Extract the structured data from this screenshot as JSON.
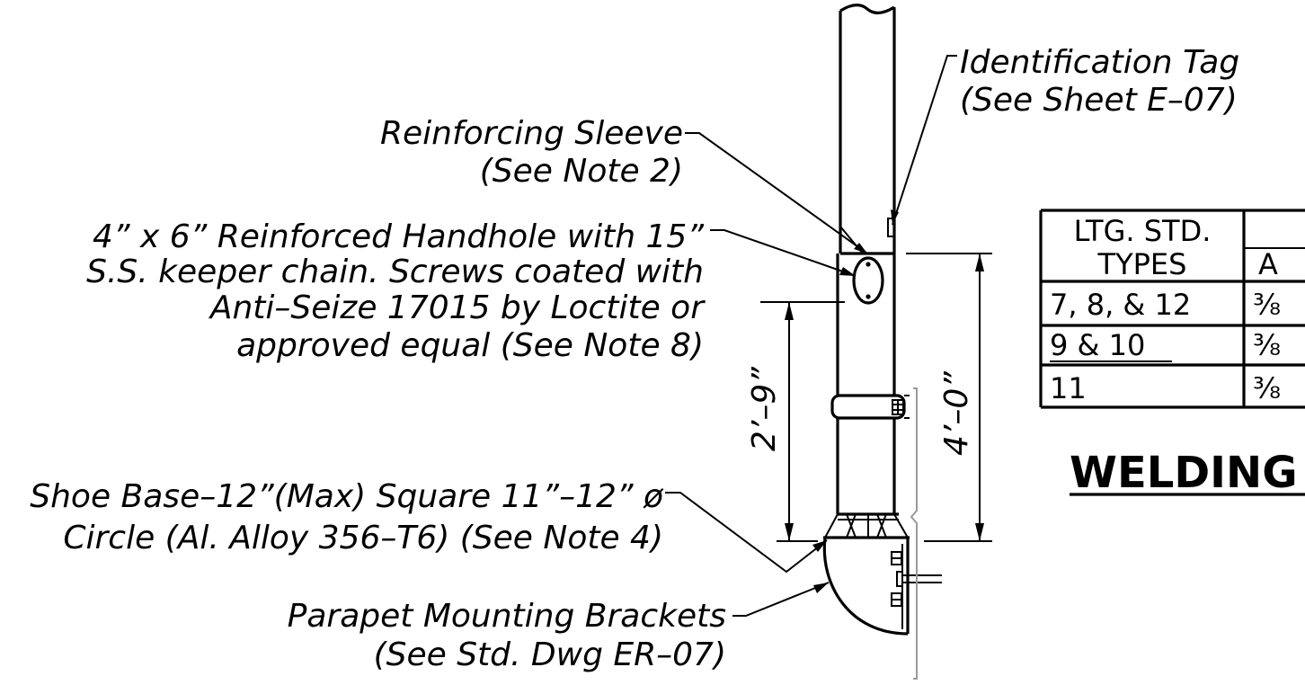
{
  "callouts": {
    "identification_tag": {
      "line1": "Identification Tag",
      "line2": "(See Sheet E–07)"
    },
    "reinforcing_sleeve": {
      "line1": "Reinforcing Sleeve",
      "line2": "(See Note 2)"
    },
    "handhole": {
      "line1": "4” x 6” Reinforced Handhole with 15”",
      "line2": "S.S. keeper chain.  Screws coated with",
      "line3": "Anti–Seize 17015 by Loctite or",
      "line4": "approved equal (See Note 8)"
    },
    "shoe_base": {
      "line1": "Shoe Base–12”(Max) Square 11”–12” ø",
      "line2": "Circle (Al. Alloy 356–T6) (See Note 4)"
    },
    "parapet_brackets": {
      "line1": "Parapet Mounting Brackets",
      "line2": "(See Std. Dwg ER–07)"
    }
  },
  "dimensions": {
    "short": "2’–9”",
    "tall": "4’–0”"
  },
  "table": {
    "header": {
      "line1": "LTG. STD.",
      "line2": "TYPES",
      "col_a": "A"
    },
    "rows": [
      {
        "types": "7, 8, & 12",
        "a": "⅜"
      },
      {
        "types": "9 & 10",
        "a": "⅜"
      },
      {
        "types": "11",
        "a": "⅜"
      }
    ]
  },
  "section_title": "WELDING"
}
